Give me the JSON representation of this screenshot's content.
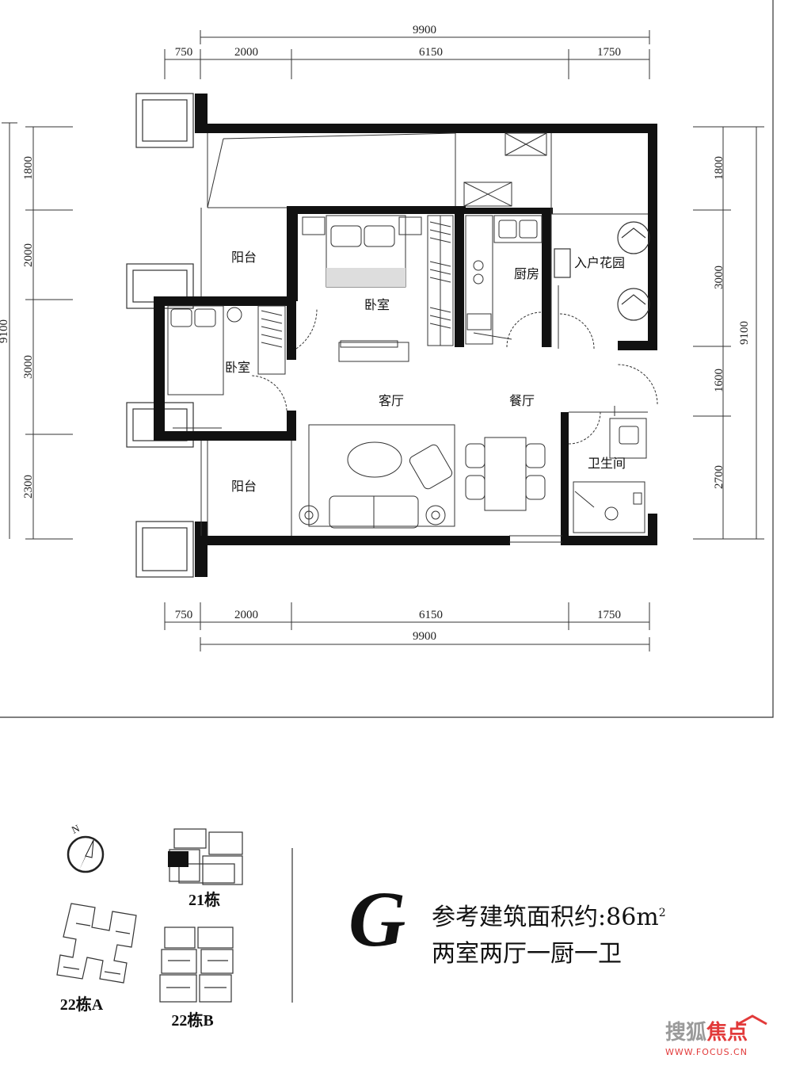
{
  "dimensions": {
    "top_total": "9900",
    "top_segments": [
      "750",
      "2000",
      "6150",
      "1750"
    ],
    "bottom_segments": [
      "750",
      "2000",
      "6150",
      "1750"
    ],
    "bottom_total": "9900",
    "left_segments": [
      "1800",
      "2000",
      "3000",
      "2300"
    ],
    "left_total": "9100",
    "right_segments": [
      "1800",
      "3000",
      "1600",
      "2700"
    ],
    "right_total": "9100"
  },
  "rooms": {
    "balcony_top": "阳台",
    "bedroom_master": "卧室",
    "kitchen": "厨房",
    "entry_garden": "入户花园",
    "bedroom_second": "卧室",
    "living_room": "客厅",
    "dining_room": "餐厅",
    "bathroom": "卫生间",
    "balcony_bottom": "阳台"
  },
  "site": {
    "compass_letter": "N",
    "building_21": "21栋",
    "building_22a": "22栋A",
    "building_22b": "22栋B"
  },
  "unit": {
    "type_letter": "G",
    "area_label": "参考建筑面积约:86m",
    "area_sup": "2",
    "layout": "两室两厅一厨一卫"
  },
  "watermark": {
    "cn_text": "搜狐",
    "brand_text": "焦点",
    "url": "WWW.FOCUS.CN"
  }
}
